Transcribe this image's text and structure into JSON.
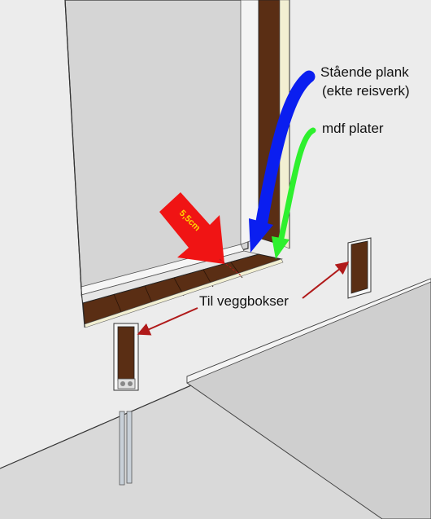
{
  "labels": {
    "standing_plank_line1": "Stående plank",
    "standing_plank_line2": "(ekte reisverk)",
    "mdf": "mdf plater",
    "measurement": "5,5cm",
    "wall_boxes": "Til veggbokser"
  },
  "colors": {
    "wall": "#ebebeb",
    "floor": "#d6d6d6",
    "window_inner": "#d3d3d3",
    "wood": "#5a2e14",
    "mdf_sheet": "#f2efd2",
    "arrow_blue": "#0a1ef0",
    "arrow_green": "#2ef02e",
    "arrow_red": "#f01414",
    "pointer": "#b01a1a"
  }
}
